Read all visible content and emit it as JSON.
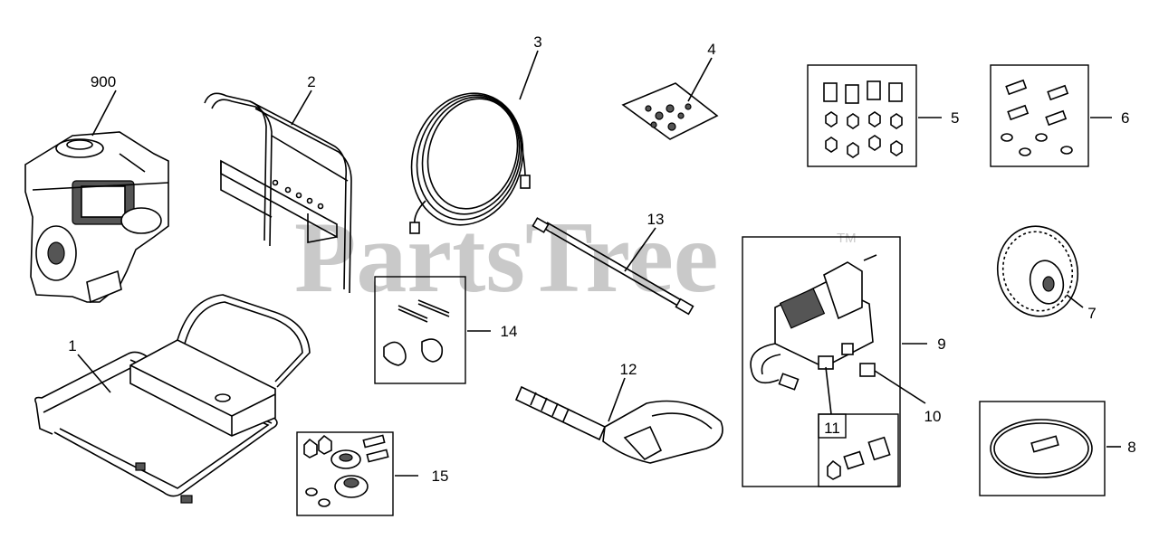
{
  "watermark": {
    "text": "PartsTree",
    "tm": "TM"
  },
  "callouts": {
    "c900": "900",
    "c2": "2",
    "c3": "3",
    "c4": "4",
    "c5": "5",
    "c6": "6",
    "c1": "1",
    "c13": "13",
    "c14": "14",
    "c7": "7",
    "c9": "9",
    "c12": "12",
    "c10": "10",
    "c11": "11",
    "c8": "8",
    "c15": "15"
  }
}
